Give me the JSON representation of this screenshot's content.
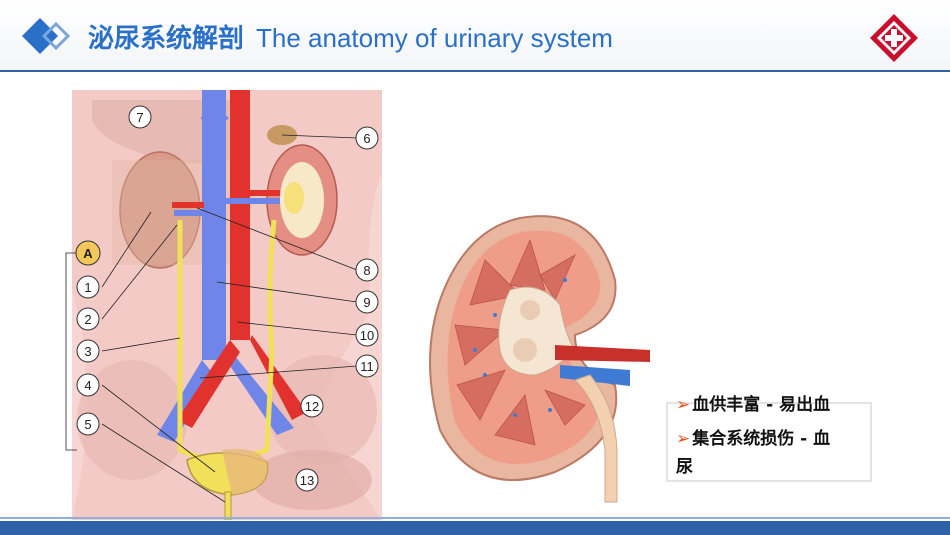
{
  "header": {
    "title_zh": "泌尿系统解剖",
    "title_en": "The anatomy of urinary system",
    "logo": "red-cross-logo-icon",
    "decor": "blue-diamond-icon"
  },
  "figure": {
    "badge": "A",
    "callouts": [
      "1",
      "2",
      "3",
      "4",
      "5",
      "6",
      "7",
      "8",
      "9",
      "10",
      "11",
      "12",
      "13"
    ]
  },
  "info": {
    "items": [
      "血供丰富 - 易出血",
      "集合系统损伤 - 血"
    ],
    "continuation": "尿"
  },
  "colors": {
    "accent": "#2a6fc8",
    "bar": "#2e61a8",
    "bullet": "#e0531c"
  }
}
